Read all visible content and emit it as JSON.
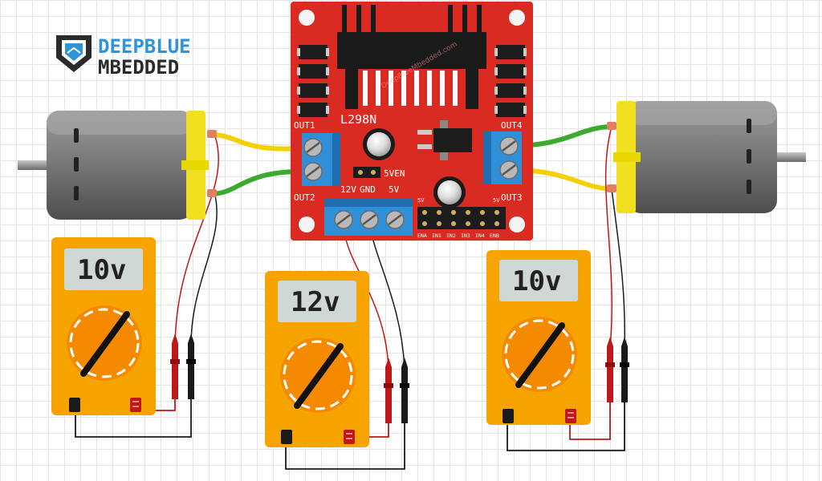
{
  "logo": {
    "line1": "DEEPBLUE",
    "line2": "MBEDDED",
    "color_blue": "#2f95d8",
    "color_dark": "#2a2a2a"
  },
  "board": {
    "chip_label": "L298N",
    "out1": "OUT1",
    "out2": "OUT2",
    "out3": "OUT3",
    "out4": "OUT4",
    "ven_label": "5VEN",
    "power_labels": [
      "12V",
      "GND",
      "5V"
    ],
    "pin_header_labels": [
      "ENA",
      "IN1",
      "IN2",
      "IN3",
      "IN4",
      "ENB"
    ],
    "left_5v": "5V",
    "right_5v": "5V",
    "color": "#d92b22",
    "watermark": "DeepBlueMbedded.com"
  },
  "meters": [
    {
      "id": "left",
      "reading": "10v"
    },
    {
      "id": "middle",
      "reading": "12v"
    },
    {
      "id": "right",
      "reading": "10v"
    }
  ],
  "colors": {
    "meter_body": "#f7a400",
    "meter_dial": "#f58a00",
    "terminal_blue": "#2f8fd8",
    "motor_cap": "#f0e020",
    "wire_yellow": "#f5d000",
    "wire_green": "#3aab2e",
    "probe_red": "#c01818",
    "probe_black": "#1a1a1a"
  },
  "icons": [
    "deepblue-logo-icon",
    "motor-icon",
    "multimeter-icon",
    "screw-terminal-icon",
    "heatsink-icon",
    "capacitor-icon",
    "regulator-icon"
  ]
}
